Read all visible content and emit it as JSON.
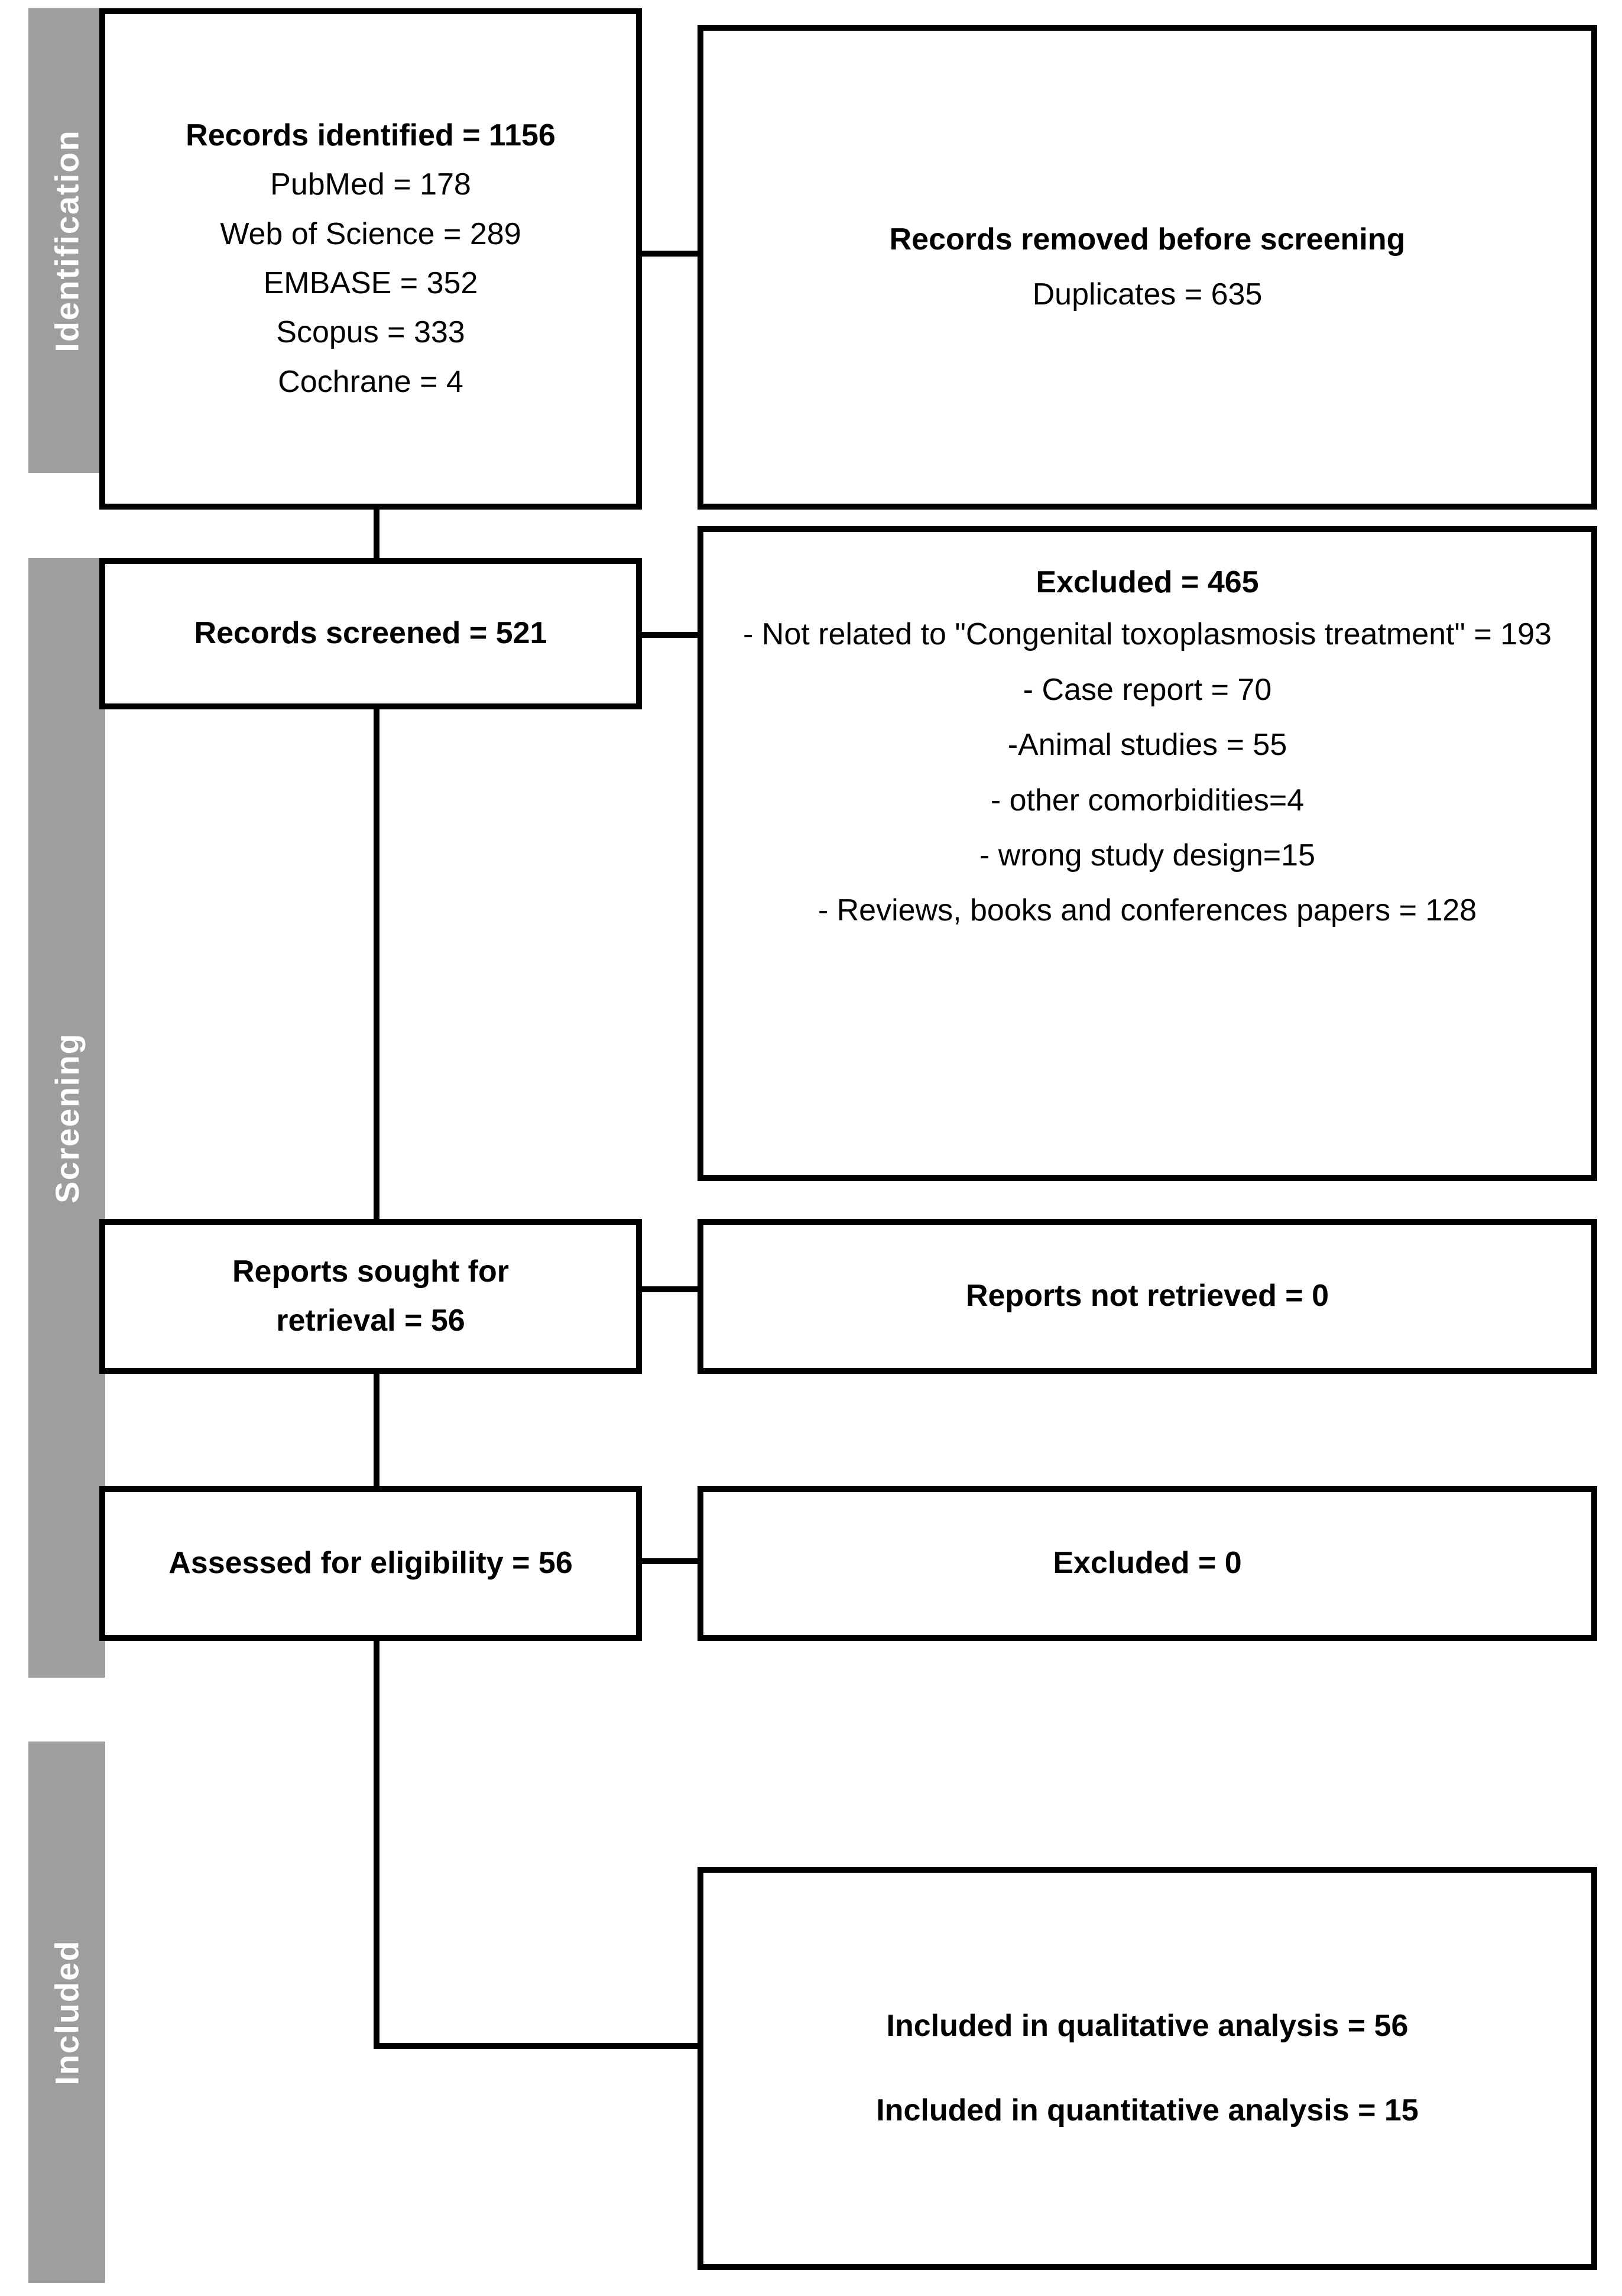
{
  "diagram": {
    "title": "PRISMA flow diagram",
    "accent_gray": "#9e9e9e",
    "line_color": "#000000"
  },
  "stages": [
    {
      "id": "identification",
      "label": "Identification"
    },
    {
      "id": "screening",
      "label": "Screening"
    },
    {
      "id": "included",
      "label": "Included"
    }
  ],
  "boxes": {
    "records_identified": {
      "heading": "Records identified = 1156",
      "sources": [
        "PubMed = 178",
        "Web of Science = 289",
        "EMBASE = 352",
        "Scopus = 333",
        "Cochrane = 4"
      ]
    },
    "records_removed": {
      "heading": "Records removed before screening",
      "detail": "Duplicates = 635"
    },
    "records_screened": {
      "heading": "Records screened = 521"
    },
    "excluded_screening": {
      "heading": "Excluded = 465",
      "reasons": [
        "- Not related to \"Congenital toxoplasmosis treatment\" = 193",
        "- Case report = 70",
        "-Animal studies = 55",
        "- other comorbidities=4",
        "- wrong study design=15",
        "- Reviews, books and conferences papers = 128"
      ]
    },
    "reports_sought": {
      "line1": "Reports sought for",
      "line2": "retrieval = 56"
    },
    "reports_not_retrieved": {
      "heading": "Reports not retrieved = 0"
    },
    "assessed_eligibility": {
      "heading": "Assessed for eligibility = 56"
    },
    "excluded_eligibility": {
      "heading": "Excluded = 0"
    },
    "included_analysis": {
      "qualitative": "Included in qualitative analysis = 56",
      "quantitative": "Included in quantitative analysis = 15"
    }
  },
  "chart_data": {
    "type": "diagram",
    "title": "PRISMA 2020 flow diagram for systematic review",
    "nodes": [
      {
        "id": "records_identified",
        "stage": "Identification",
        "label": "Records identified",
        "value": 1156,
        "breakdown": {
          "PubMed": 178,
          "Web of Science": 289,
          "EMBASE": 352,
          "Scopus": 333,
          "Cochrane": 4
        }
      },
      {
        "id": "records_removed",
        "stage": "Identification",
        "label": "Records removed before screening",
        "value": 635,
        "breakdown": {
          "Duplicates": 635
        }
      },
      {
        "id": "records_screened",
        "stage": "Screening",
        "label": "Records screened",
        "value": 521
      },
      {
        "id": "excluded_screening",
        "stage": "Screening",
        "label": "Excluded",
        "value": 465,
        "breakdown": {
          "Not related to \"Congenital toxoplasmosis treatment\"": 193,
          "Case report": 70,
          "Animal studies": 55,
          "other comorbidities": 4,
          "wrong study design": 15,
          "Reviews, books and conferences papers": 128
        }
      },
      {
        "id": "reports_sought",
        "stage": "Screening",
        "label": "Reports sought for retrieval",
        "value": 56
      },
      {
        "id": "reports_not_retrieved",
        "stage": "Screening",
        "label": "Reports not retrieved",
        "value": 0
      },
      {
        "id": "assessed_eligibility",
        "stage": "Screening",
        "label": "Assessed for eligibility",
        "value": 56
      },
      {
        "id": "excluded_eligibility",
        "stage": "Screening",
        "label": "Excluded",
        "value": 0
      },
      {
        "id": "included_qualitative",
        "stage": "Included",
        "label": "Included in qualitative analysis",
        "value": 56
      },
      {
        "id": "included_quantitative",
        "stage": "Included",
        "label": "Included in quantitative analysis",
        "value": 15
      }
    ],
    "edges": [
      {
        "from": "records_identified",
        "to": "records_removed"
      },
      {
        "from": "records_identified",
        "to": "records_screened"
      },
      {
        "from": "records_screened",
        "to": "excluded_screening"
      },
      {
        "from": "records_screened",
        "to": "reports_sought"
      },
      {
        "from": "reports_sought",
        "to": "reports_not_retrieved"
      },
      {
        "from": "reports_sought",
        "to": "assessed_eligibility"
      },
      {
        "from": "assessed_eligibility",
        "to": "excluded_eligibility"
      },
      {
        "from": "assessed_eligibility",
        "to": "included_qualitative"
      }
    ]
  }
}
